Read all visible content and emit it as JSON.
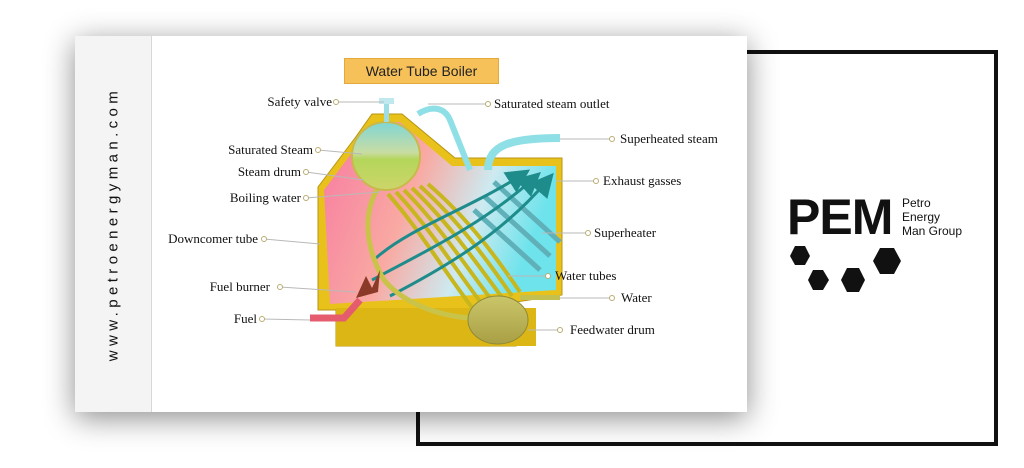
{
  "card": {
    "title": "Water Tube Boiler",
    "website": "www.petroenergyman.com"
  },
  "logo": {
    "mark": "PEM",
    "line1": "Petro",
    "line2": "Energy",
    "line3": "Man Group"
  },
  "labels": {
    "safety_valve": "Safety valve",
    "saturated_steam_outlet": "Saturated steam outlet",
    "superheated_steam": "Superheated steam",
    "saturated_steam": "Saturated Steam",
    "steam_drum": "Steam drum",
    "exhaust_gasses": "Exhaust gasses",
    "boiling_water": "Boiling water",
    "superheater": "Superheater",
    "downcomer_tube": "Downcomer tube",
    "water_tubes": "Water tubes",
    "fuel_burner": "Fuel burner",
    "water": "Water",
    "fuel": "Fuel",
    "feedwater_drum": "Feedwater drum"
  },
  "colors": {
    "casing": "#e8c21a",
    "firebox": "#f57fa4",
    "exhaust": "#7fe6ea",
    "title_bg": "#f7c15a",
    "tubes": "#1f8c8c"
  }
}
